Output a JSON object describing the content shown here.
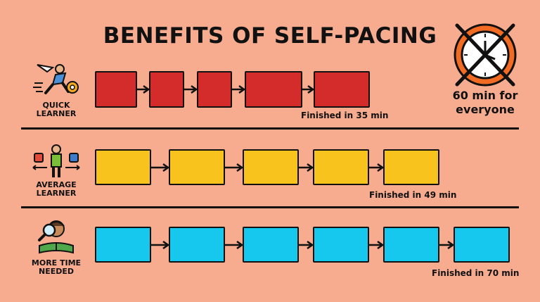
{
  "title": "BENEFITS OF SELF-PACING",
  "clock": {
    "icon": "crossed-out-clock-icon",
    "caption_line1": "60 min for",
    "caption_line2": "everyone"
  },
  "colors": {
    "background": "#F7AC8F",
    "quick": "#D42B2B",
    "average": "#F7C31C",
    "more": "#16C8EE",
    "clock_ring": "#F26B22"
  },
  "rows": [
    {
      "label_line1": "QUICK",
      "label_line2": "LEARNER",
      "icon": "running-flying-learner-with-gear-icon",
      "steps": 5,
      "finished_text": "Finished in 35 min"
    },
    {
      "label_line1": "AVERAGE",
      "label_line2": "LEARNER",
      "icon": "student-with-backpack-icon",
      "steps": 5,
      "finished_text": "Finished in 49 min"
    },
    {
      "label_line1": "MORE TIME",
      "label_line2": "NEEDED",
      "icon": "reader-with-magnifying-glass-icon",
      "steps": 6,
      "finished_text": "Finished in 70 min"
    }
  ]
}
